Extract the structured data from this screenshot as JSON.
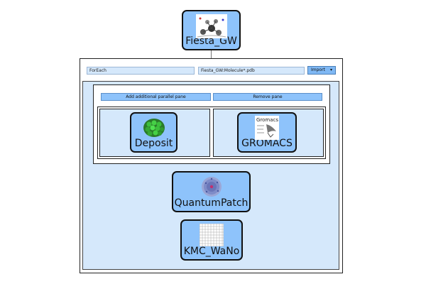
{
  "top_node": {
    "label": "Fiesta_GW",
    "icon": "fiesta-molecule-icon"
  },
  "foreach": {
    "iterator_value": "ForEach",
    "file_pattern_value": "Fiesta_GW:Molecule*.pdb",
    "import_label": "Import",
    "import_arrow": "▾"
  },
  "parallel": {
    "add_label": "Add additional parallel pane",
    "remove_label": "Remove pane",
    "panes": [
      {
        "label": "Deposit",
        "icon": "deposit-cluster-icon"
      },
      {
        "label": "GROMACS",
        "icon": "gromacs-logo-icon",
        "logo_title": "Gromacs"
      }
    ]
  },
  "chain": [
    {
      "label": "QuantumPatch",
      "icon": "quantumpatch-icon"
    },
    {
      "label": "KMC_WaNo",
      "icon": "kmc-grid-icon"
    }
  ],
  "colors": {
    "node_fill": "#8ec3fb",
    "pane_bg": "#d5e8fb",
    "border": "#111111"
  }
}
